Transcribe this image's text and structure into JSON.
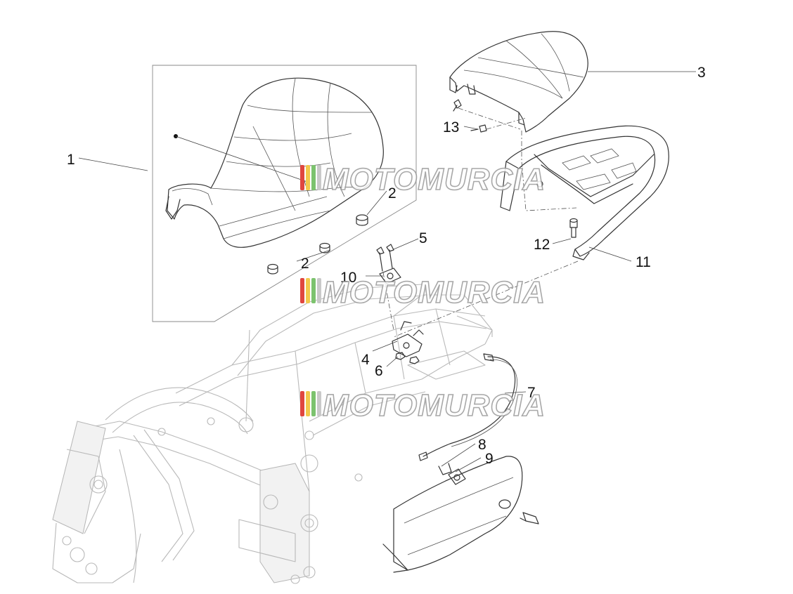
{
  "callouts": {
    "c1": "1",
    "c2a": "2",
    "c2b": "2",
    "c3": "3",
    "c4": "4",
    "c5": "5",
    "c6": "6",
    "c7": "7",
    "c8": "8",
    "c9": "9",
    "c10": "10",
    "c11": "11",
    "c12": "12",
    "c13": "13"
  },
  "watermark": {
    "text": "MOTOMURCIA",
    "colors": [
      "#e0473f",
      "#f2c94c",
      "#7cc36e",
      "#c9c9c9"
    ]
  }
}
